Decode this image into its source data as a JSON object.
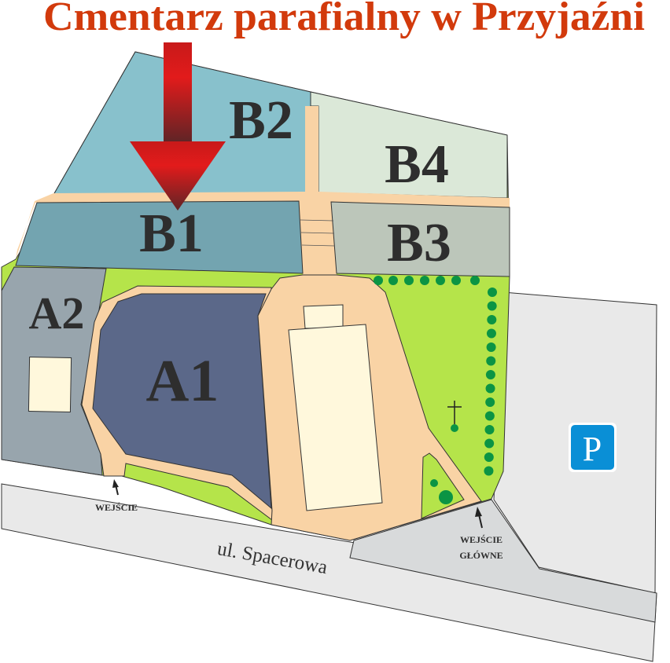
{
  "title": "Cmentarz parafialny w Przyjaźni",
  "sections": {
    "b2": "B2",
    "b4": "B4",
    "b1": "B1",
    "b3": "B3",
    "a2": "A2",
    "a1": "A1"
  },
  "entrances": {
    "side": "WEJŚCIE",
    "main_line1": "WEJŚCIE",
    "main_line2": "GŁÓWNE"
  },
  "street": "ul. Spacerowa",
  "parking": "P",
  "colors": {
    "title": "#d23a0c",
    "arrow_top": "#e21b1b",
    "arrow_bottom": "#5e2426",
    "b2": "#88c1cc",
    "b4": "#dbe8d8",
    "b1": "#73a4b0",
    "b3": "#bcc6ba",
    "a2": "#98a5ad",
    "a1": "#5b6889",
    "path": "#f9d3a5",
    "lawn": "#b5e44a",
    "building": "#fff8dc",
    "tree": "#0b9444",
    "parking": "#0a8fd6",
    "street": "#e9e9e9",
    "plaza": "#d8dadb"
  }
}
